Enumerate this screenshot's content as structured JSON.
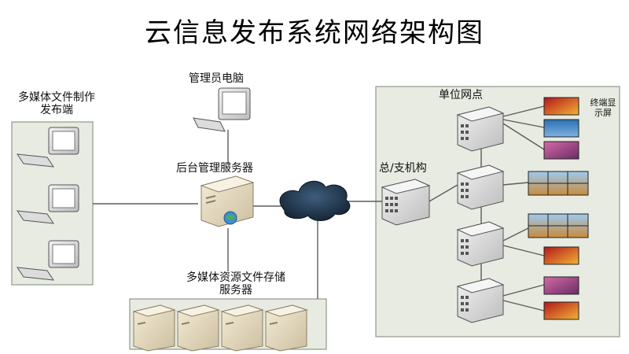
{
  "title": "云信息发布系统网络架构图",
  "labels": {
    "multimedia_publisher_line1": "多媒体文件制作",
    "multimedia_publisher_line2": "发布端",
    "admin_pc": "管理员电脑",
    "backend_server": "后台管理服务器",
    "storage_server_line1": "多媒体资源文件存储",
    "storage_server_line2": "服务器",
    "unit_site": "单位网点",
    "hq_branch": "总/支机构",
    "terminal_display_line1": "终端显",
    "terminal_display_line2": "示屏"
  },
  "colors": {
    "panel_fill": "#e7ebe1",
    "panel_border": "#8f988a",
    "line": "#5c5c5c",
    "cloud": "#22384f",
    "server_beige": "#e6dcc3",
    "building_grey": "#d9d9d9"
  }
}
